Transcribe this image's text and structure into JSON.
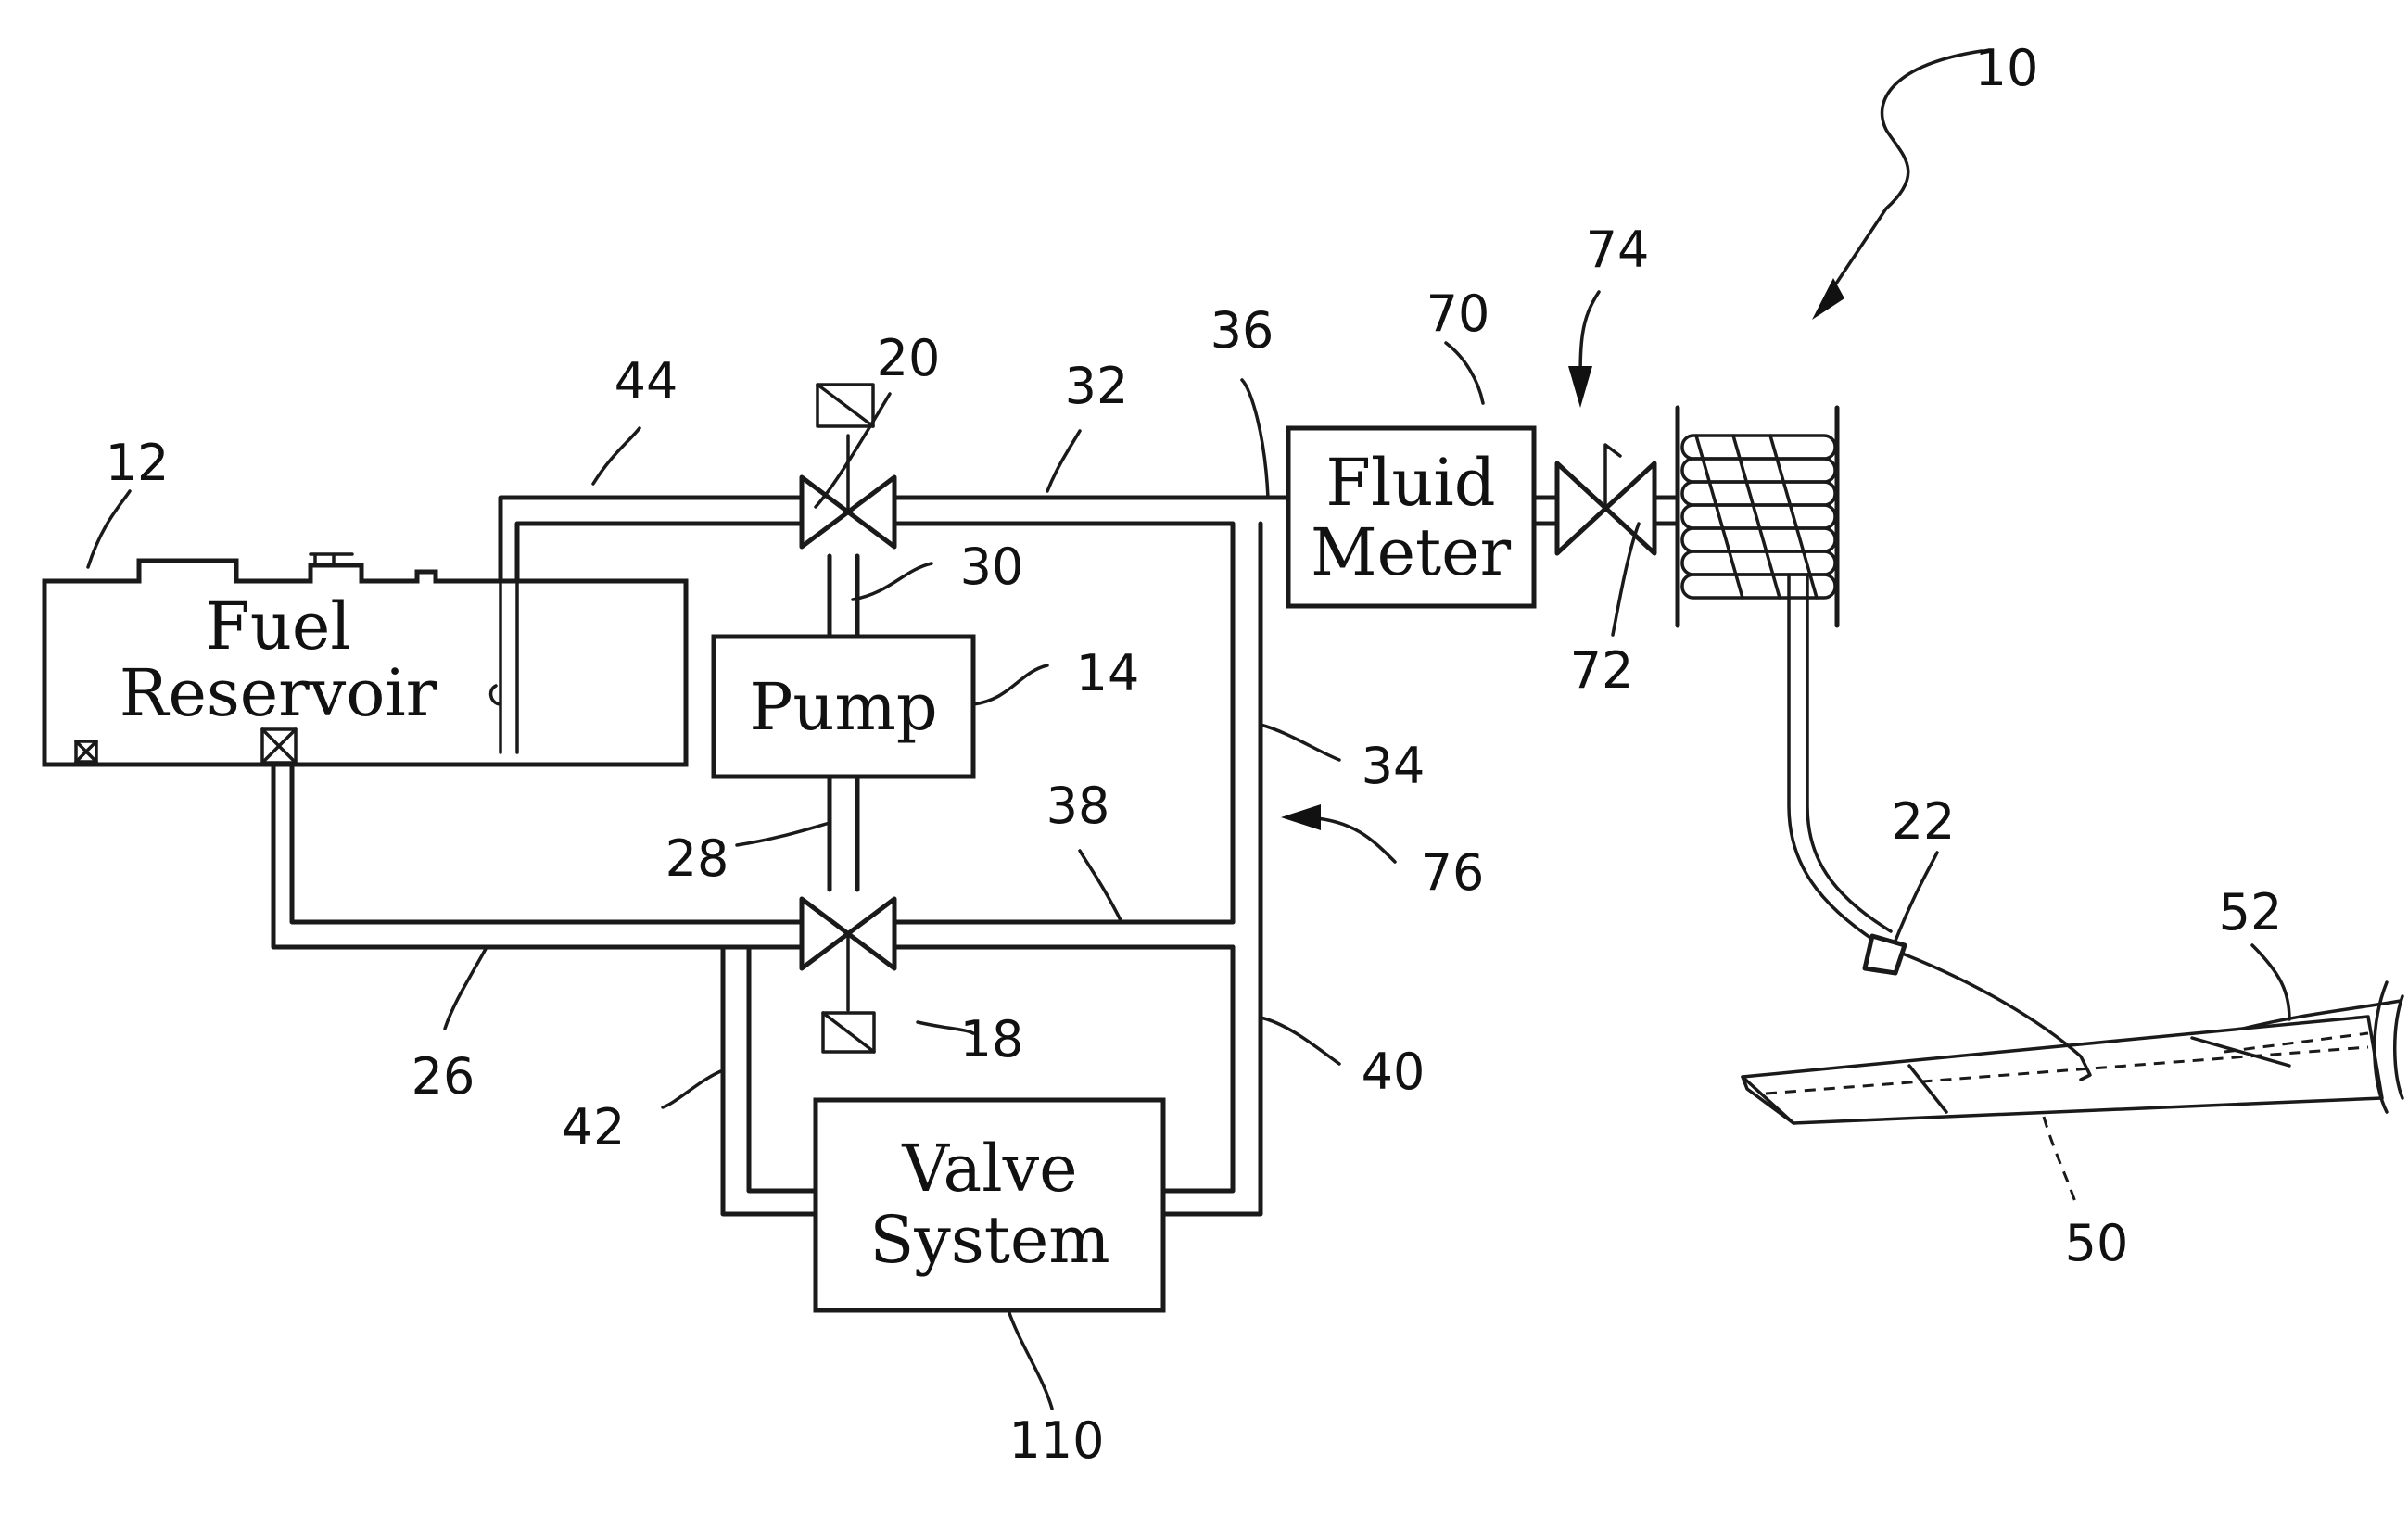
{
  "components": {
    "fuel_reservoir": [
      "Fuel",
      "Reservoir"
    ],
    "pump": "Pump",
    "fluid_meter": [
      "Fluid",
      "Meter"
    ],
    "valve_system": [
      "Valve",
      "System"
    ]
  },
  "refs": {
    "r10": "10",
    "r12": "12",
    "r14": "14",
    "r18": "18",
    "r20": "20",
    "r22": "22",
    "r26": "26",
    "r28": "28",
    "r30": "30",
    "r32": "32",
    "r34": "34",
    "r36": "36",
    "r38": "38",
    "r40": "40",
    "r42": "42",
    "r44": "44",
    "r50": "50",
    "r52": "52",
    "r70": "70",
    "r72": "72",
    "r74": "74",
    "r76": "76",
    "r110": "110"
  }
}
